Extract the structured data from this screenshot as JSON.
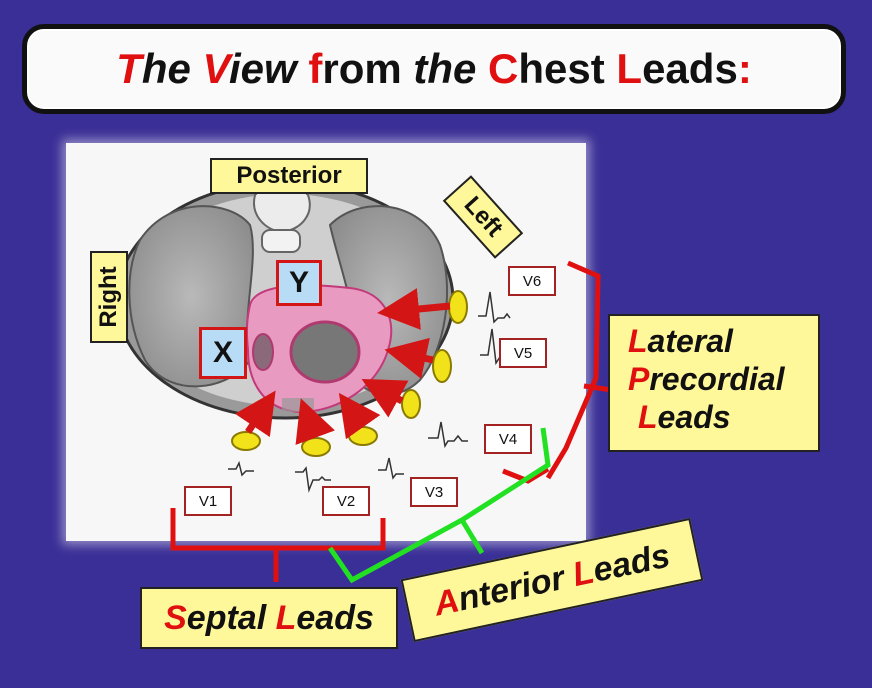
{
  "title": {
    "segments": [
      {
        "text": "T",
        "red": true,
        "italic": true
      },
      {
        "text": "he ",
        "red": false,
        "italic": true
      },
      {
        "text": "V",
        "red": true,
        "italic": true
      },
      {
        "text": "iew ",
        "red": false,
        "italic": true
      },
      {
        "text": "f",
        "red": true,
        "italic": false
      },
      {
        "text": "rom ",
        "red": false,
        "italic": false
      },
      {
        "text": "the ",
        "red": false,
        "italic": true
      },
      {
        "text": "C",
        "red": true,
        "italic": false
      },
      {
        "text": "hest ",
        "red": false,
        "italic": false
      },
      {
        "text": "L",
        "red": true,
        "italic": false
      },
      {
        "text": "eads",
        "red": false,
        "italic": false
      },
      {
        "text": ":",
        "red": true,
        "italic": false
      }
    ]
  },
  "orientation": {
    "posterior": "Posterior",
    "left": "Left",
    "right": "Right"
  },
  "markers": {
    "x": "X",
    "y": "Y"
  },
  "leads": {
    "v1": "V1",
    "v2": "V2",
    "v3": "V3",
    "v4": "V4",
    "v5": "V5",
    "v6": "V6"
  },
  "groups": {
    "lateral": {
      "line1_first": "L",
      "line1_rest": "ateral",
      "line2_first": "P",
      "line2_rest": "recordial",
      "line3_first": "L",
      "line3_rest": "eads"
    },
    "anterior": {
      "first": "A",
      "mid": "nterior ",
      "second": "L",
      "rest": "eads"
    },
    "septal": {
      "first": "S",
      "mid": "eptal ",
      "second": "L",
      "rest": "eads"
    }
  },
  "colors": {
    "background": "#3a2f96",
    "accent_red": "#e01010",
    "label_yellow": "#fff89a",
    "marker_blue": "#b8dcf5",
    "heart_pink": "#e89ac0",
    "bracket_green": "#22e022",
    "electrode_yellow": "#f2e21a"
  }
}
